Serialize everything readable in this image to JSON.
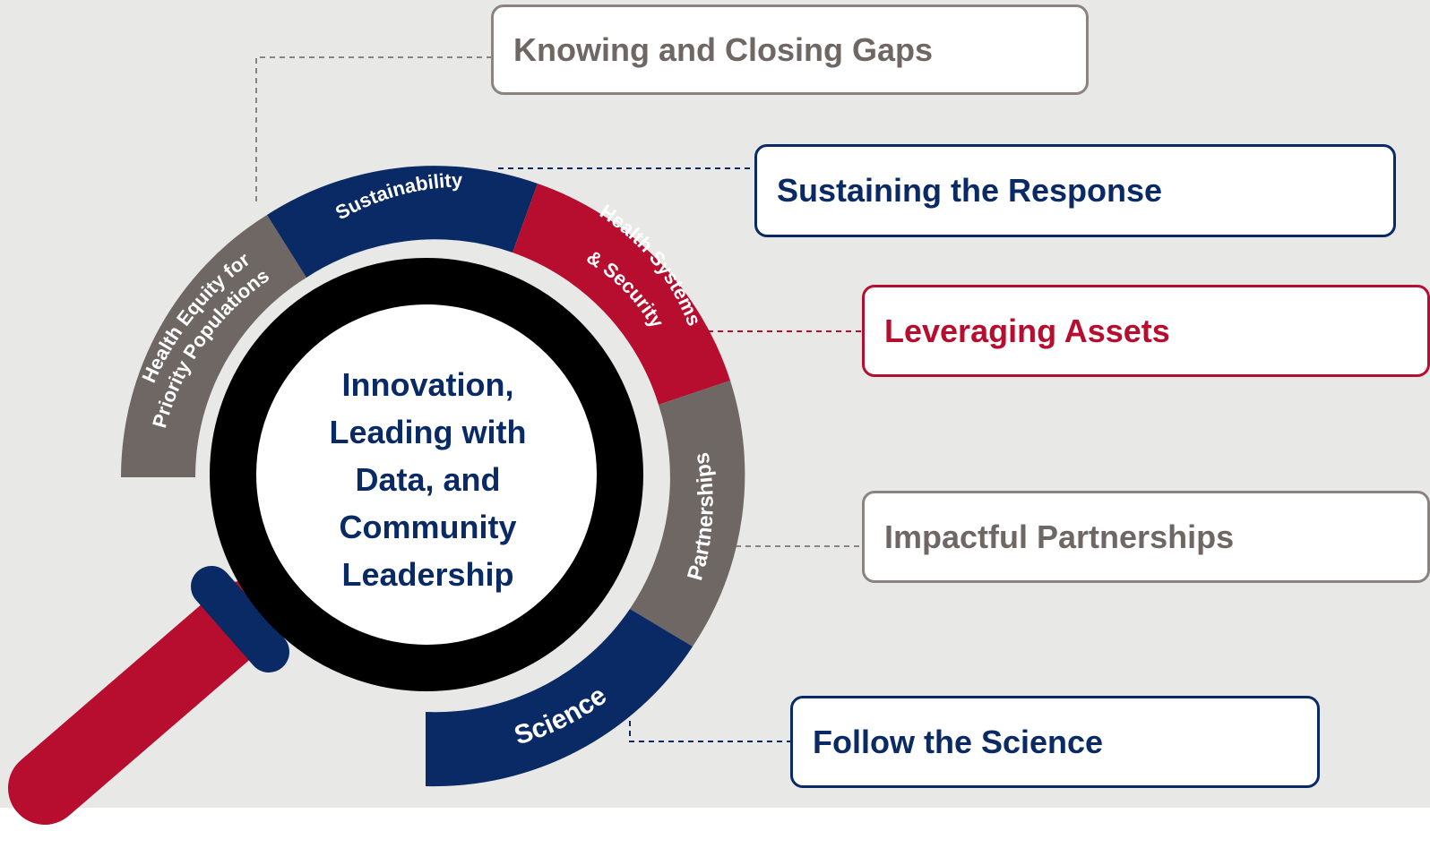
{
  "center": {
    "text": "Innovation,\nLeading with\nData, and\nCommunity\nLeadership"
  },
  "segments": [
    {
      "id": "health-equity",
      "label": "Health Equity for Priority Populations",
      "color": "#6e6764"
    },
    {
      "id": "sustainability",
      "label": "Sustainability",
      "color": "#0a2a66"
    },
    {
      "id": "health-systems",
      "label": "Health Systems & Security",
      "color": "#b70d2e"
    },
    {
      "id": "partnerships",
      "label": "Partnerships",
      "color": "#6e6764"
    },
    {
      "id": "science",
      "label": "Science",
      "color": "#0a2a66"
    }
  ],
  "callouts": {
    "knowing": {
      "label": "Knowing and Closing Gaps",
      "color": "#6e6764"
    },
    "sustaining": {
      "label": "Sustaining the Response",
      "color": "#0a2a66"
    },
    "leveraging": {
      "label": "Leveraging Assets",
      "color": "#b70d2e"
    },
    "impactful": {
      "label": "Impactful Partnerships",
      "color": "#6e6764"
    },
    "follow": {
      "label": "Follow the Science",
      "color": "#0a2a66"
    }
  },
  "colors": {
    "background": "#e8e8e7",
    "navy": "#0a2a66",
    "red": "#b70d2e",
    "gray": "#6e6764",
    "lens_ring": "#000000"
  }
}
